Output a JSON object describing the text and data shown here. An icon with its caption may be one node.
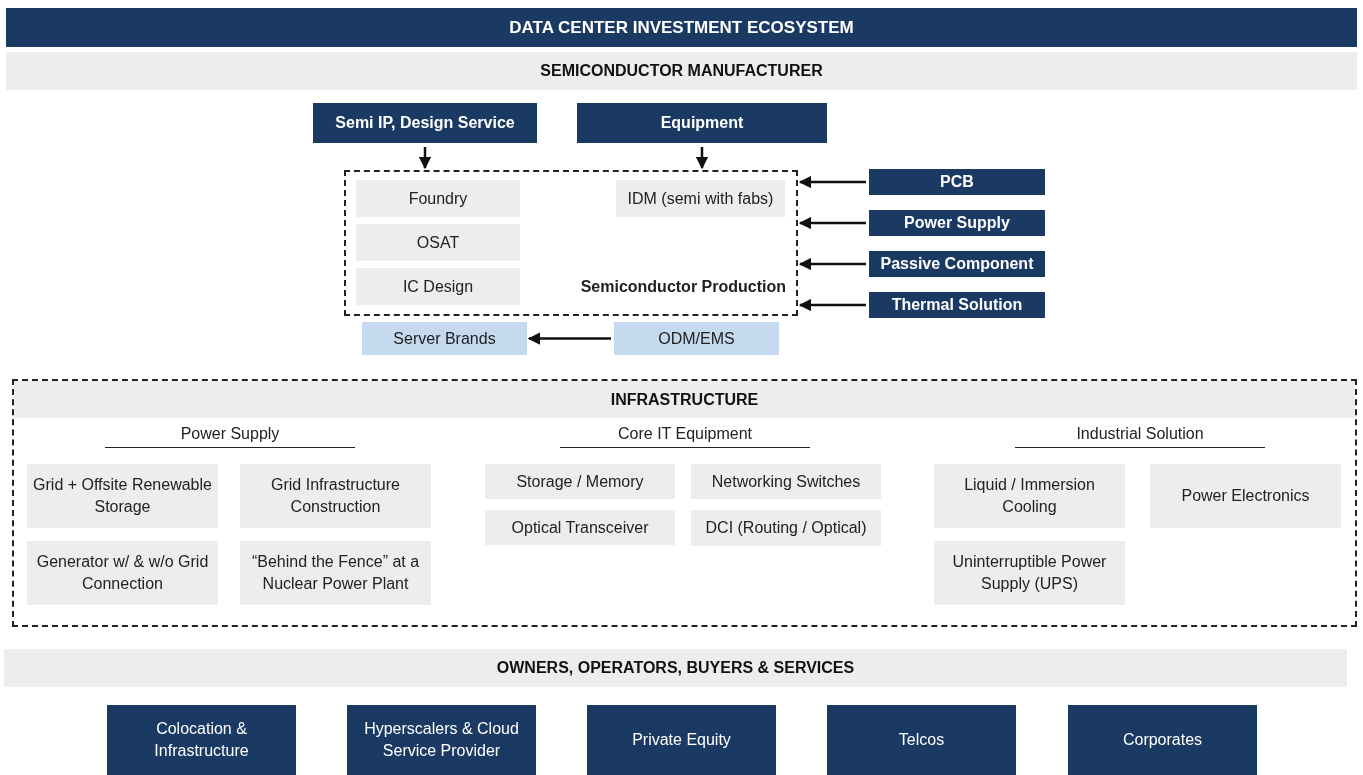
{
  "diagram": {
    "title": "DATA CENTER INVESTMENT ECOSYSTEM",
    "nodes": [
      {
        "text": [
          "SEMICONDUCTOR MANUFACTURER"
        ]
      },
      {
        "text": [
          "Semi IP, Design Service"
        ]
      },
      {
        "text": [
          "Equipment"
        ]
      },
      {
        "text": [
          "Semiconductor Production"
        ]
      },
      {
        "text": [
          "Foundry"
        ],
        "in": 3
      },
      {
        "text": [
          "OSAT"
        ],
        "in": 3
      },
      {
        "text": [
          "IC Design"
        ],
        "in": 3
      },
      {
        "text": [
          "IDM (semi with fabs)"
        ],
        "in": 3
      },
      {
        "text": [
          "PCB"
        ]
      },
      {
        "text": [
          "Power Supply"
        ]
      },
      {
        "text": [
          "Passive Component"
        ]
      },
      {
        "text": [
          "Thermal Solution"
        ]
      },
      {
        "text": [
          "Server Brands"
        ]
      },
      {
        "text": [
          "ODM/EMS"
        ]
      },
      {
        "text": [],
        "shape": "box"
      },
      {
        "text": [
          "INFRASTRUCTURE"
        ],
        "in": 14
      },
      {
        "text": [
          "Grid + Offsite Renewable Storage"
        ],
        "in": 14
      },
      {
        "text": [
          "Grid Infrastructure Construction"
        ],
        "in": 14
      },
      {
        "text": [
          "Generator w/ & w/o Grid Connection"
        ],
        "in": 14
      },
      {
        "text": [
          "“Behind the Fence” at a Nuclear Power Plant"
        ],
        "in": 14
      },
      {
        "text": [
          "Storage / Memory"
        ],
        "in": 14
      },
      {
        "text": [
          "Networking Switches"
        ],
        "in": 14
      },
      {
        "text": [
          "Optical Transceiver"
        ],
        "in": 14
      },
      {
        "text": [
          "DCI (Routing / Optical)"
        ],
        "in": 14
      },
      {
        "text": [
          "Liquid / Immersion Cooling"
        ],
        "in": 14
      },
      {
        "text": [
          "Power Electronics"
        ],
        "in": 14
      },
      {
        "text": [
          "Uninterruptible Power Supply (UPS)"
        ],
        "in": 14
      },
      {
        "text": [
          "OWNERS, OPERATORS, BUYERS & SERVICES"
        ]
      },
      {
        "text": [
          "Colocation & Infrastructure"
        ]
      },
      {
        "text": [
          "Hyperscalers & Cloud Service Provider"
        ]
      },
      {
        "text": [
          "Private Equity"
        ]
      },
      {
        "text": [
          "Telcos"
        ]
      },
      {
        "text": [
          "Corporates"
        ]
      }
    ],
    "edges": [
      {
        "from": 1,
        "to": 3,
        "arrow": "to"
      },
      {
        "from": 2,
        "to": 3,
        "arrow": "to"
      },
      {
        "from": 8,
        "to": 3,
        "arrow": "to"
      },
      {
        "from": 9,
        "to": 3,
        "arrow": "to"
      },
      {
        "from": 10,
        "to": 3,
        "arrow": "to"
      },
      {
        "from": 11,
        "to": 3,
        "arrow": "to"
      },
      {
        "from": 13,
        "to": 12,
        "arrow": "to"
      }
    ],
    "labels": [
      "Power Supply",
      "Core IT Equipment",
      "Industrial Solution"
    ]
  }
}
